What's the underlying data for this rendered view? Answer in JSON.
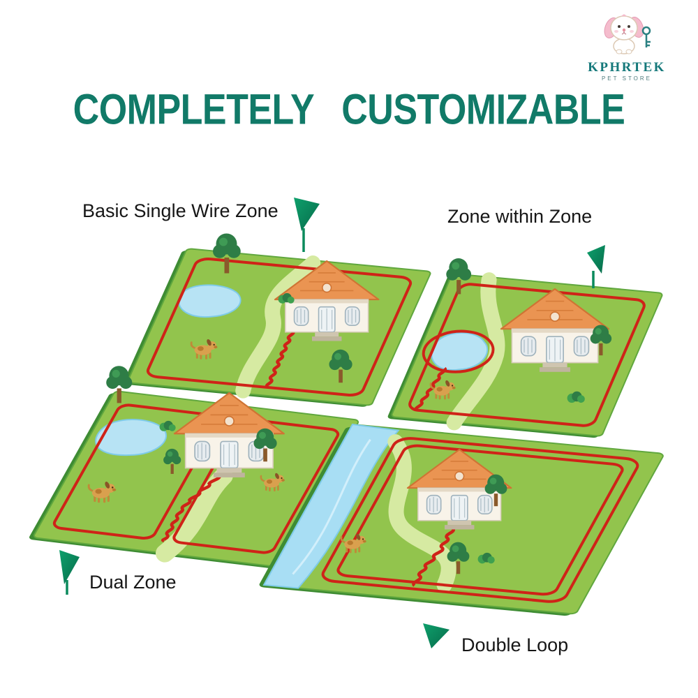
{
  "logo": {
    "brand": "KPHRTEK",
    "tagline": "PET STORE"
  },
  "title": "COMPLETELY CUSTOMIZABLE",
  "panels": [
    {
      "id": "basic-single-wire-zone",
      "label": "Basic Single Wire Zone",
      "scene": "yard with house, pond, trees, dog, single boundary wire loop with twisted feed"
    },
    {
      "id": "zone-within-zone",
      "label": "Zone within Zone",
      "scene": "yard with house, trees, dog, outer boundary loop plus inner loop excluding pond"
    },
    {
      "id": "dual-zone",
      "label": "Dual Zone",
      "scene": "yard with house, pond, trees, two dogs, two side-by-side wire loops with twisted feed"
    },
    {
      "id": "double-loop",
      "label": "Double Loop",
      "scene": "yard with house, river, trees, dog, two concentric boundary loops with twisted feed"
    }
  ],
  "colors": {
    "title_teal": "#117a68",
    "flag_green": "#0b8a5c",
    "grass_green": "#92c44d",
    "grass_edge": "#3e8c33",
    "walkway_light_green": "#d6eaa2",
    "pond_blue": "#b7e3f4",
    "river_blue": "#a8def4",
    "wire_red": "#cf2318",
    "roof_orange": "#ea9452",
    "tree_green": "#2e7d46",
    "dog_tan": "#d9a04e",
    "logo_teal": "#14787a"
  }
}
